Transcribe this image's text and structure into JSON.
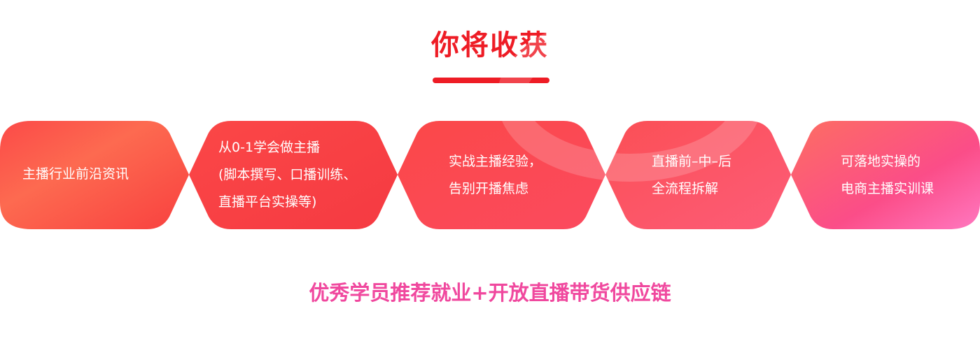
{
  "header": {
    "title": "你将收获"
  },
  "items": [
    {
      "lines": [
        "主播行业前沿资讯"
      ]
    },
    {
      "lines": [
        "从0-1学会做主播",
        "(脚本撰写、口播训练、",
        "直播平台实操等)"
      ]
    },
    {
      "lines": [
        "实战主播经验，",
        "告别开播焦虑"
      ]
    },
    {
      "lines": [
        "直播前–中–后",
        "全流程拆解"
      ]
    },
    {
      "lines": [
        "可落地实操的",
        "电商主播实训课"
      ]
    }
  ],
  "footer": {
    "text": "优秀学员推荐就业+开放直播带货供应链"
  },
  "colors": {
    "accent": "#ee1c25",
    "pink": "#f0489e"
  }
}
